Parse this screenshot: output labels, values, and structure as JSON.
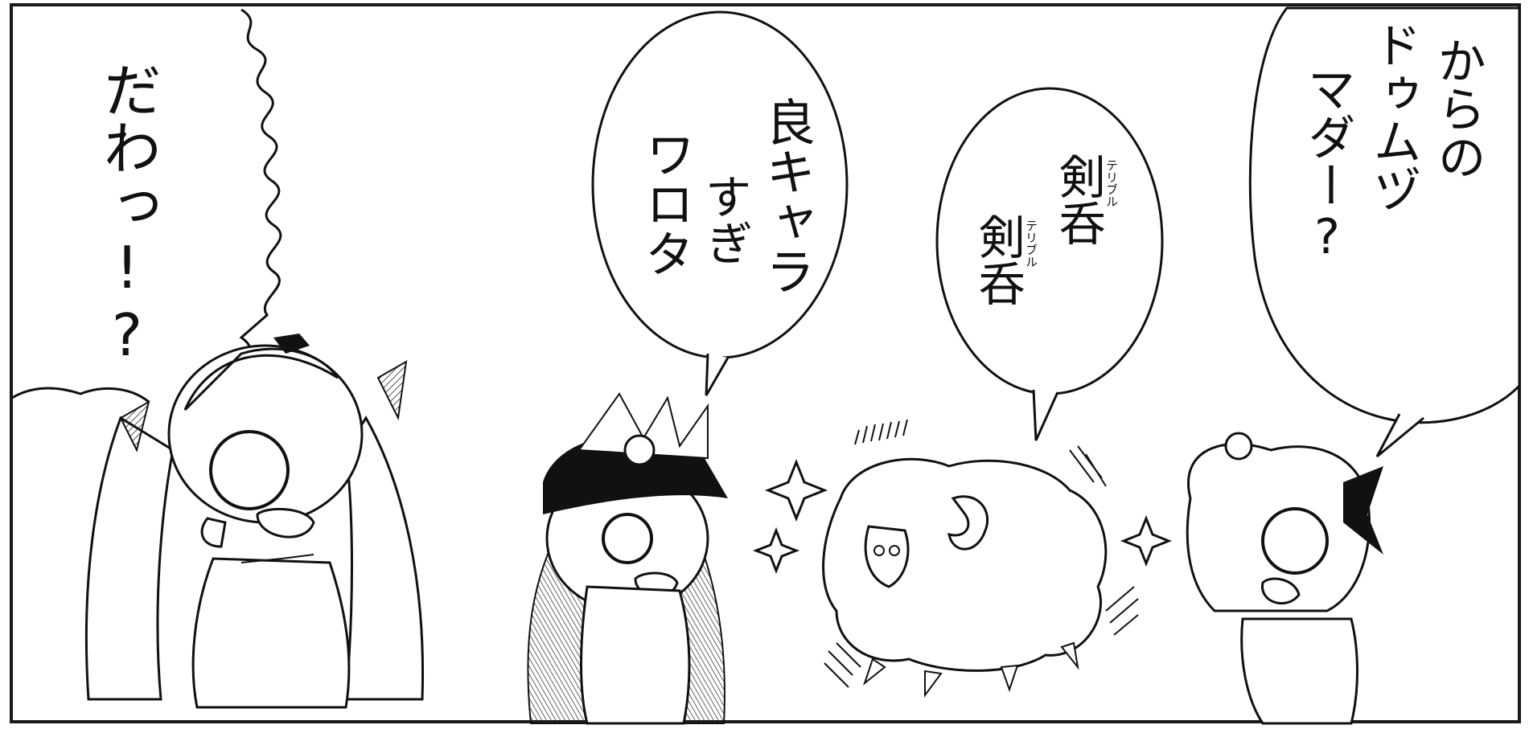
{
  "panel": {
    "shout": "だわっ!?",
    "bubble_ryokyara": {
      "lines": [
        "良キャラ",
        "すぎ",
        "ワロタ"
      ]
    },
    "bubble_terrible": {
      "line1": {
        "main": "剣呑",
        "ruby": "テリブル"
      },
      "line2": {
        "main": "剣呑",
        "ruby": "テリブル"
      }
    },
    "bubble_doumuzu": {
      "lines": [
        "からの",
        "ドゥムヅ",
        "マダー?"
      ]
    }
  },
  "characters": [
    {
      "name": "ishtar-like-girl",
      "expression": "shocked"
    },
    {
      "name": "capped-girl",
      "expression": "shocked"
    },
    {
      "name": "fluffy-sheep",
      "expression": "blank"
    },
    {
      "name": "ribbon-girl",
      "expression": "shocked"
    }
  ],
  "colors": {
    "ink": "#111111",
    "paper": "#ffffff",
    "border": "#1a1a1a"
  }
}
